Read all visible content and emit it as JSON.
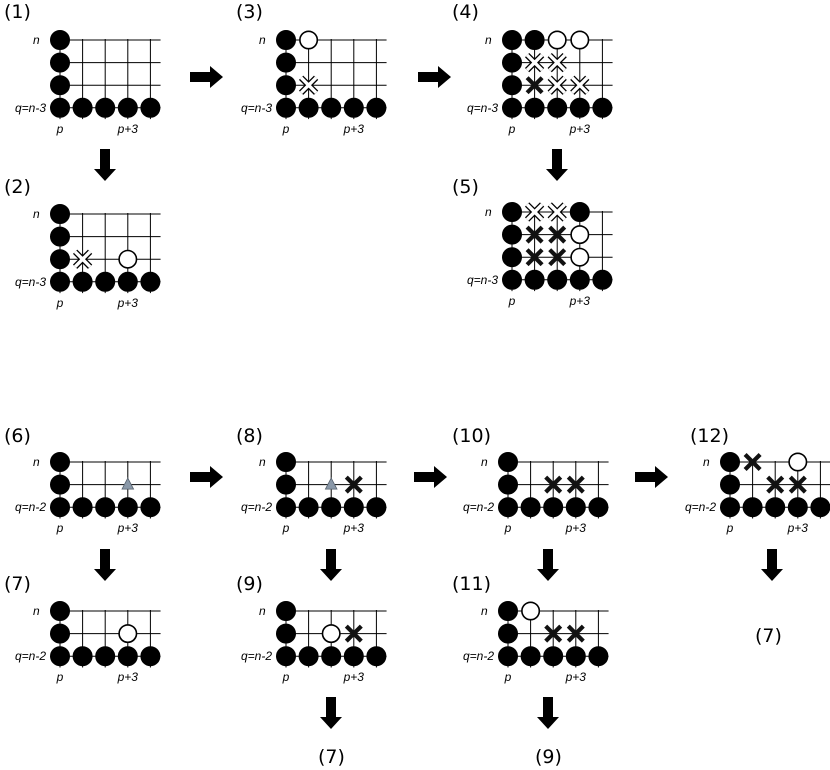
{
  "panels": [
    {
      "label": "(1)",
      "n": "n",
      "q": "q=n-3",
      "p": "p",
      "p3": "p+3",
      "rows": [
        "B....",
        "B....",
        "B....",
        "BBBBB"
      ]
    },
    {
      "label": "(2)",
      "n": "n",
      "q": "q=n-3",
      "p": "p",
      "p3": "p+3",
      "rows": [
        "B....",
        "B....",
        "BX.W.",
        "BBBBB"
      ]
    },
    {
      "label": "(3)",
      "n": "n",
      "q": "q=n-3",
      "p": "p",
      "p3": "p+3",
      "rows": [
        "BW...",
        "B....",
        "BX...",
        "BBBBB"
      ]
    },
    {
      "label": "(4)",
      "n": "n",
      "q": "q=n-3",
      "p": "p",
      "p3": "p+3",
      "rows": [
        "BBWW.",
        "BXX..",
        "BKXX.",
        "BBBBB"
      ]
    },
    {
      "label": "(5)",
      "n": "n",
      "q": "q=n-3",
      "p": "p",
      "p3": "p+3",
      "rows": [
        "BXXB.",
        "BKKW.",
        "BKKW.",
        "BBBBB"
      ]
    },
    {
      "label": "(6)",
      "n": "n",
      "q": "q=n-2",
      "p": "p",
      "p3": "p+3",
      "rows": [
        "B....",
        "B..T.",
        "BBBBB"
      ]
    },
    {
      "label": "(7)",
      "n": "n",
      "q": "q=n-2",
      "p": "p",
      "p3": "p+3",
      "rows": [
        "B....",
        "B..W.",
        "BBBBB"
      ]
    },
    {
      "label": "(8)",
      "n": "n",
      "q": "q=n-2",
      "p": "p",
      "p3": "p+3",
      "rows": [
        "B....",
        "B.TK.",
        "BBBBB"
      ]
    },
    {
      "label": "(9)",
      "n": "n",
      "q": "q=n-2",
      "p": "p",
      "p3": "p+3",
      "rows": [
        "B....",
        "B.WK.",
        "BBBBB"
      ]
    },
    {
      "label": "(10)",
      "n": "n",
      "q": "q=n-2",
      "p": "p",
      "p3": "p+3",
      "rows": [
        "B....",
        "B.KK.",
        "BBBBB"
      ]
    },
    {
      "label": "(11)",
      "n": "n",
      "q": "q=n-2",
      "p": "p",
      "p3": "p+3",
      "rows": [
        "BW...",
        "B.KK.",
        "BBBBB"
      ]
    },
    {
      "label": "(12)",
      "n": "n",
      "q": "q=n-2",
      "p": "p",
      "p3": "p+3",
      "rows": [
        "BK.W.",
        "B.KK.",
        "BBBBB"
      ]
    }
  ],
  "refs": [
    "(7)",
    "(7)",
    "(9)"
  ],
  "colors": {
    "stone_black": "#000000",
    "stone_white": "#ffffff",
    "cross_dark": "#111111",
    "triangle": "#8a98a8",
    "grid": "#000000"
  }
}
